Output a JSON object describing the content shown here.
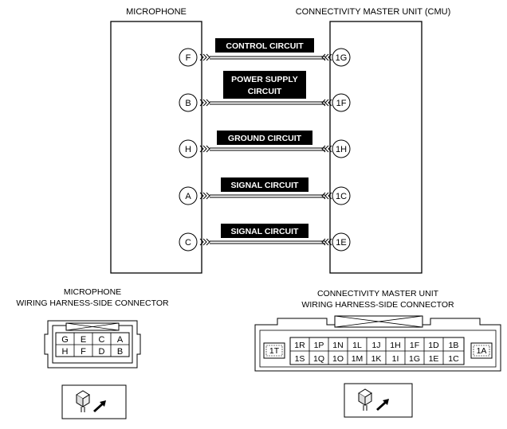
{
  "top": {
    "left_label": "MICROPHONE",
    "right_label": "CONNECTIVITY MASTER UNIT (CMU)"
  },
  "circuits": [
    {
      "left_pin": "F",
      "right_pin": "1G",
      "label": [
        "CONTROL CIRCUIT"
      ]
    },
    {
      "left_pin": "B",
      "right_pin": "1F",
      "label": [
        "POWER SUPPLY",
        "CIRCUIT"
      ]
    },
    {
      "left_pin": "H",
      "right_pin": "1H",
      "label": [
        "GROUND CIRCUIT"
      ]
    },
    {
      "left_pin": "A",
      "right_pin": "1C",
      "label": [
        "SIGNAL CIRCUIT"
      ]
    },
    {
      "left_pin": "C",
      "right_pin": "1E",
      "label": [
        "SIGNAL CIRCUIT"
      ]
    }
  ],
  "mic_connector": {
    "title_line1": "MICROPHONE",
    "title_line2": "WIRING HARNESS-SIDE CONNECTOR",
    "rows": [
      [
        "G",
        "E",
        "C",
        "A"
      ],
      [
        "H",
        "F",
        "D",
        "B"
      ]
    ]
  },
  "cmu_connector": {
    "title_line1": "CONNECTIVITY MASTER UNIT",
    "title_line2": "WIRING HARNESS-SIDE CONNECTOR",
    "left_pin": "1T",
    "right_pin": "1A",
    "rows": [
      [
        "1R",
        "1P",
        "1N",
        "1L",
        "1J",
        "1H",
        "1F",
        "1D",
        "1B"
      ],
      [
        "1S",
        "1Q",
        "1O",
        "1M",
        "1K",
        "1I",
        "1G",
        "1E",
        "1C"
      ]
    ]
  }
}
